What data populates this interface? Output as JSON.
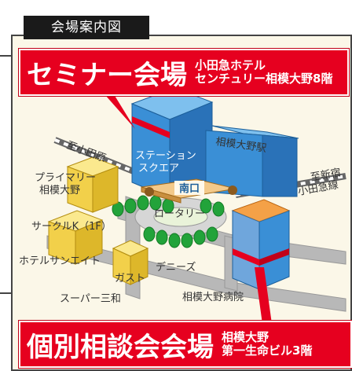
{
  "header": {
    "title": "会場案内図"
  },
  "seminar": {
    "title": "セミナー会場",
    "venue_line1": "小田急ホテル",
    "venue_line2": "センチュリー相模大野8階"
  },
  "consultation": {
    "title": "個別相談会会場",
    "venue_line1": "相模大野",
    "venue_line2": "第一生命ビル3階"
  },
  "map": {
    "railway_left": "至小田原",
    "railway_right_1": "至新宿",
    "railway_right_2": "小田急線",
    "station_square_1": "ステーション",
    "station_square_2": "スクエア",
    "station": "相模大野駅",
    "south_exit": "南口",
    "primary_1": "プライマリー",
    "primary_2": "相模大野",
    "rotary": "ロータリー",
    "circle_k": "サークルK（1F）",
    "hotel_sunate": "ホテルサンエイト",
    "gusto": "ガスト",
    "dennys": "デニーズ",
    "hospital": "相模大野病院",
    "super_miwa": "スーパー三和"
  },
  "colors": {
    "accent_red": "#e6001f",
    "header_black": "#1a1a1a",
    "building_blue": "#3a8fd6",
    "building_yellow": "#f2d04a",
    "building_orange": "#f08a1f"
  }
}
